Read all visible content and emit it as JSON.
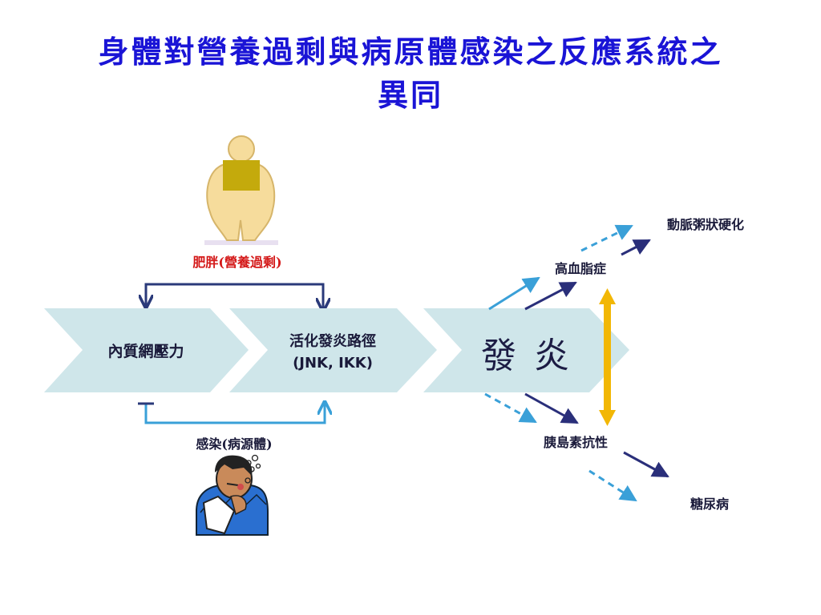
{
  "title": {
    "line1": "身體對營養過剩與病原體感染之反應系統之",
    "line2": "異同"
  },
  "inputs": {
    "obesity": "肥胖(營養過剩)",
    "infection": "感染(病源體)"
  },
  "chevrons": {
    "er_stress": "內質網壓力",
    "pathway_line1": "活化發炎路徑",
    "pathway_line2": "(JNK, IKK)",
    "inflammation": "發 炎"
  },
  "outcomes": {
    "hyperlipidemia": "高血脂症",
    "atherosclerosis": "動脈粥狀硬化",
    "insulin_resistance": "胰島素抗性",
    "diabetes": "糖尿病"
  },
  "colors": {
    "title": "#1a14d6",
    "chevron": "#cfe6ea",
    "dark_arrow": "#2a2f7a",
    "light_arrow": "#3aa0d8",
    "gold_arrow": "#f2b705",
    "red_label": "#d41818"
  },
  "icons": [
    "obese-person-icon",
    "sick-person-icon"
  ]
}
